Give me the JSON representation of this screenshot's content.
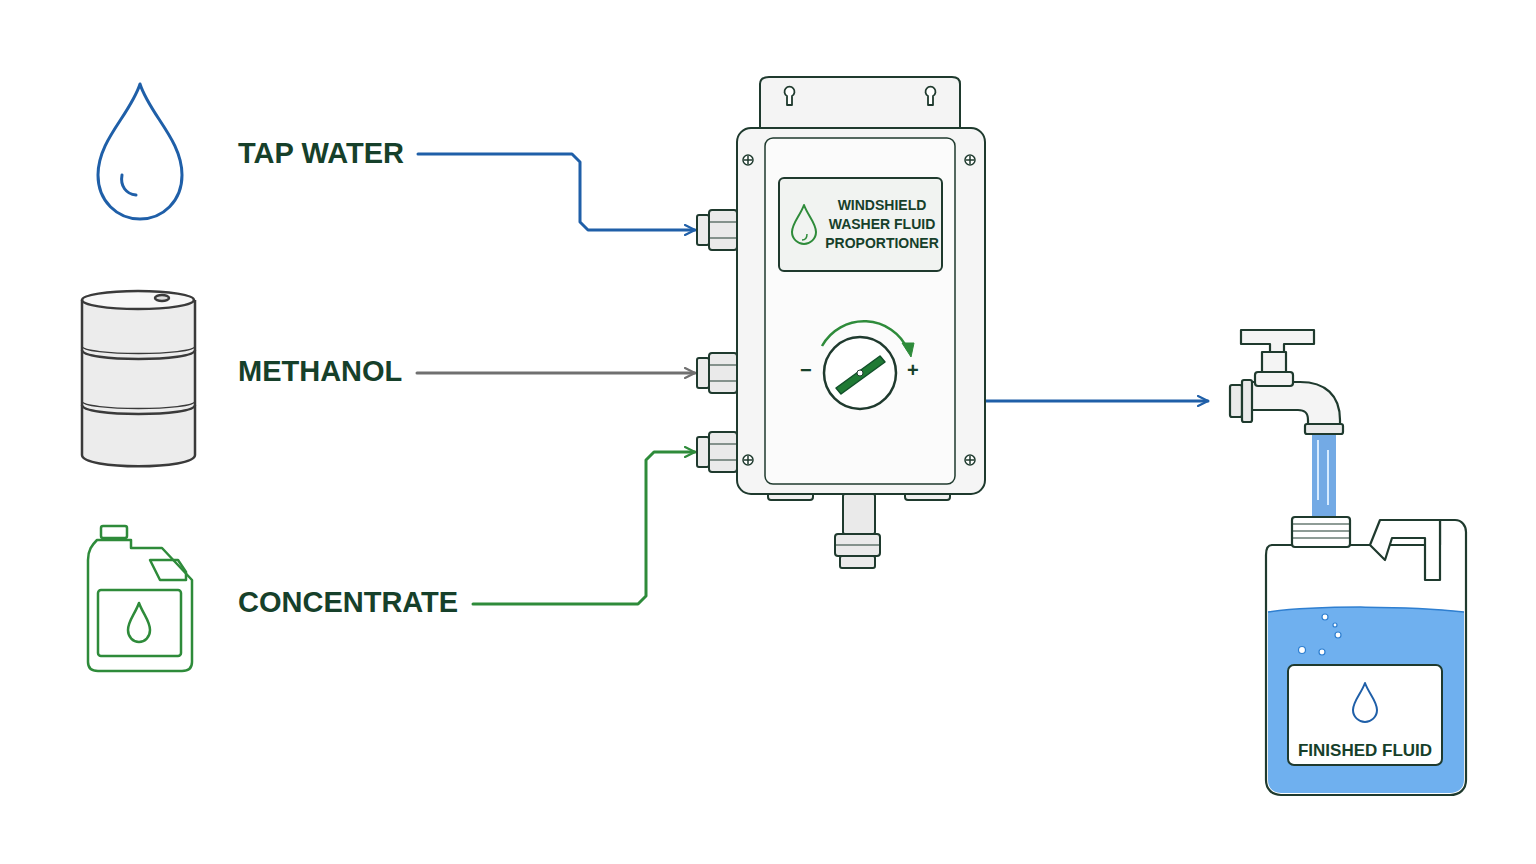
{
  "diagram": {
    "nodes": [
      {
        "text": [
          "TAP WATER"
        ]
      },
      {
        "text": [
          "METHANOL"
        ]
      },
      {
        "text": [
          "CONCENTRATE"
        ]
      },
      {
        "text": [
          "WINDSHIELD WASHER FLUID PROPORTIONER"
        ]
      },
      {
        "text": [
          "FINISHED FLUID"
        ]
      }
    ],
    "edges": [
      {
        "from": 0,
        "to": 3,
        "arrow": "to"
      },
      {
        "from": 1,
        "to": 3,
        "arrow": "to"
      },
      {
        "from": 2,
        "to": 3,
        "arrow": "to"
      },
      {
        "from": 3,
        "to": 4,
        "arrow": "to"
      }
    ],
    "labels": [
      "−",
      "+"
    ]
  }
}
